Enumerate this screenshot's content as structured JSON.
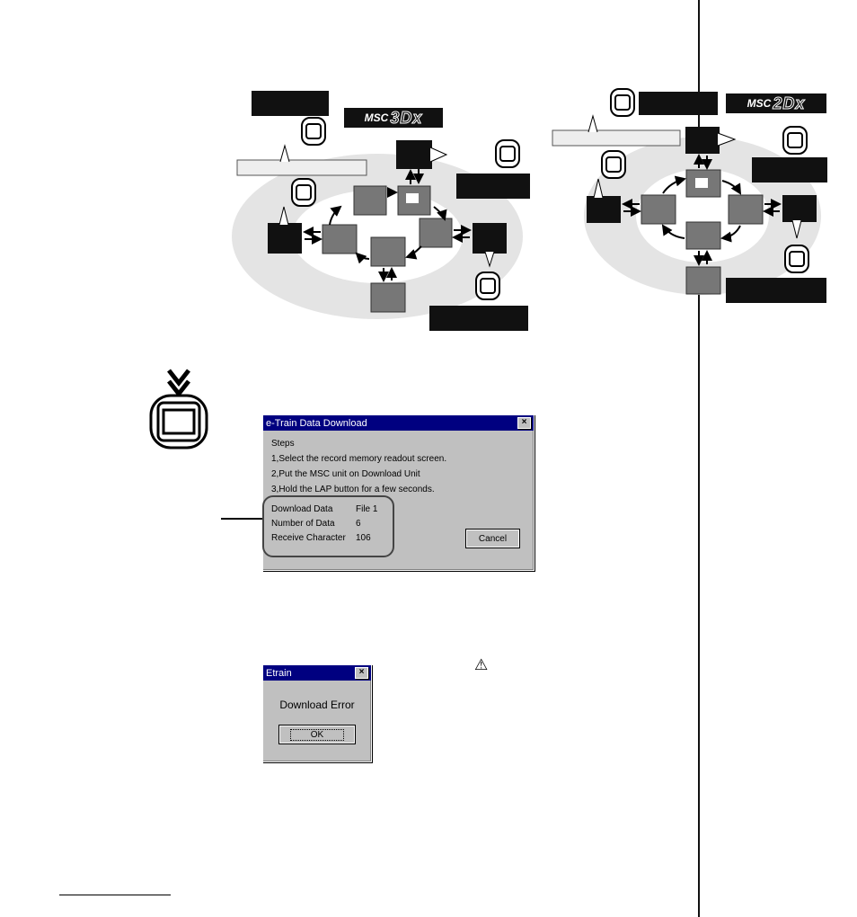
{
  "logos": {
    "left": {
      "prefix": "MSC",
      "model": "3Dx"
    },
    "right": {
      "prefix": "MSC",
      "model": "2Dx"
    }
  },
  "download_dialog": {
    "title": "e-Train Data Download",
    "close_label": "×",
    "steps_heading": "Steps",
    "steps": [
      "1,Select the record memory readout screen.",
      "2,Put the MSC unit on Download Unit",
      "3,Hold the LAP button for a few seconds."
    ],
    "fields": [
      {
        "label": "Download Data",
        "value": "File 1"
      },
      {
        "label": "Number of Data",
        "value": "6"
      },
      {
        "label": "Receive Character",
        "value": "106"
      }
    ],
    "cancel_label": "Cancel"
  },
  "error_dialog": {
    "title": "Etrain",
    "close_label": "×",
    "message": "Download Error",
    "ok_label": "OK"
  },
  "icons": {
    "warning": "⚠"
  }
}
